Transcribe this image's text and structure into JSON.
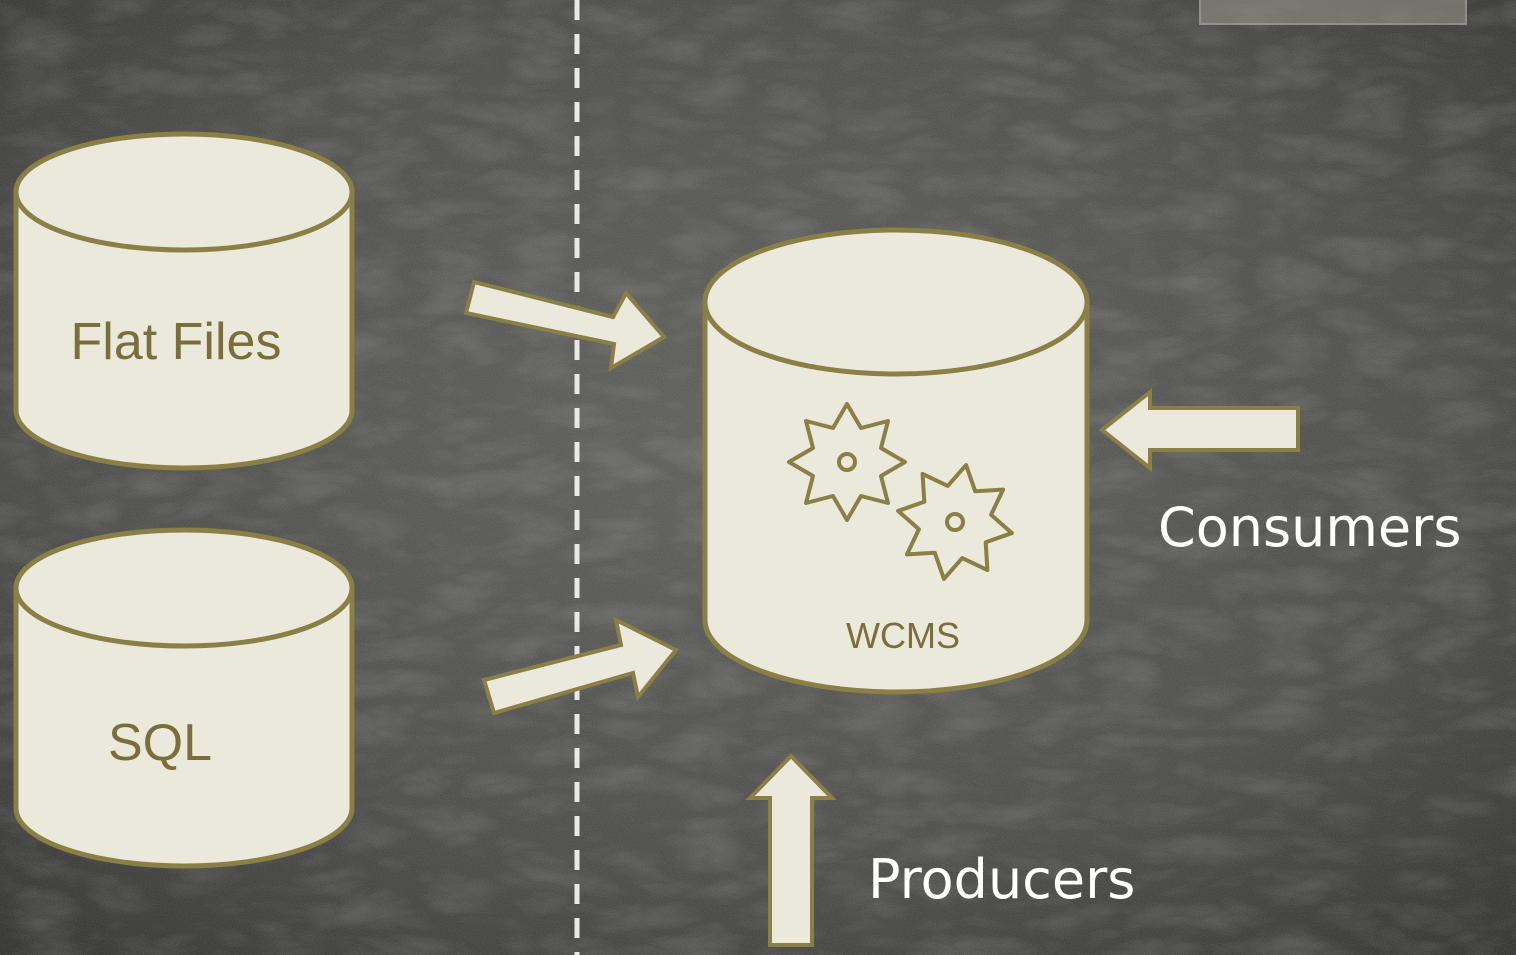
{
  "colors": {
    "background": "#3c3c3a",
    "shape_fill": "#ebe8dc",
    "shape_stroke": "#8a7f45",
    "text_olive": "#7a6f3a",
    "text_white": "#ffffff",
    "divider": "#e8e8e8"
  },
  "sources": {
    "flat_files": "Flat Files",
    "sql": "SQL"
  },
  "wcms": {
    "label": "WCMS",
    "icon": "gears-icon"
  },
  "actors": {
    "consumers": "Consumers",
    "producers": "Producers"
  }
}
